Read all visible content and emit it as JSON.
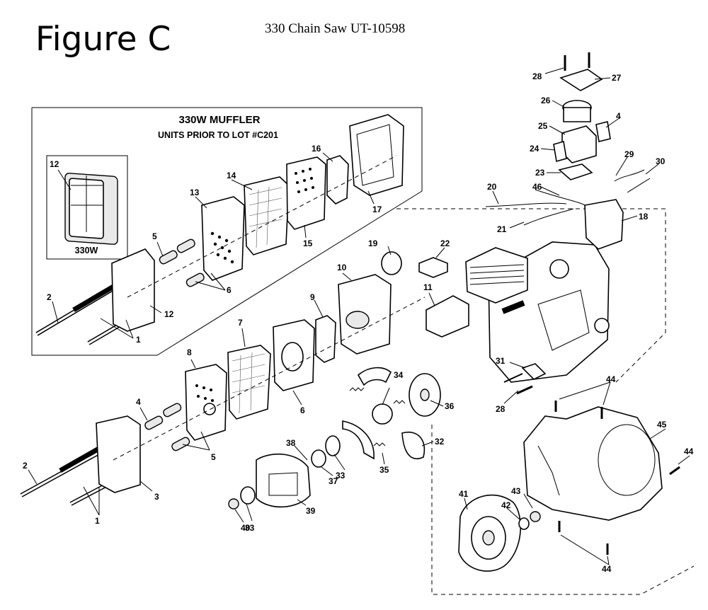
{
  "header": {
    "figure_title": "Figure C",
    "document_title": "330 Chain Saw UT-10598"
  },
  "inset": {
    "title": "330W MUFFLER",
    "subtitle": "UNITS PRIOR TO LOT #C201",
    "sub_inset_label": "330W"
  },
  "callouts": {
    "c1a": "1",
    "c2a": "2",
    "c5a": "5",
    "c6a": "6",
    "c12a": "12",
    "c12b": "12",
    "c13": "13",
    "c14": "14",
    "c15": "15",
    "c16": "16",
    "c17": "17",
    "c1b": "1",
    "c2b": "2",
    "c3": "3",
    "c4a": "4",
    "c5b": "5",
    "c6b": "6",
    "c7": "7",
    "c8": "8",
    "c9": "9",
    "c10": "10",
    "c11": "11",
    "c19": "19",
    "c22": "22",
    "c20": "20",
    "c21": "21",
    "c46": "46",
    "c18": "18",
    "c23": "23",
    "c24": "24",
    "c25": "25",
    "c26": "26",
    "c27": "27",
    "c28a": "28",
    "c4b": "4",
    "c29": "29",
    "c30": "30",
    "c31": "31",
    "c28b": "28",
    "c32": "32",
    "c33a": "33",
    "c33b": "33",
    "c34": "34",
    "c35": "35",
    "c36": "36",
    "c37": "37",
    "c38": "38",
    "c39": "39",
    "c40": "40",
    "c41": "41",
    "c42": "42",
    "c43": "43",
    "c44a": "44",
    "c44b": "44",
    "c44c": "44",
    "c45": "45"
  }
}
